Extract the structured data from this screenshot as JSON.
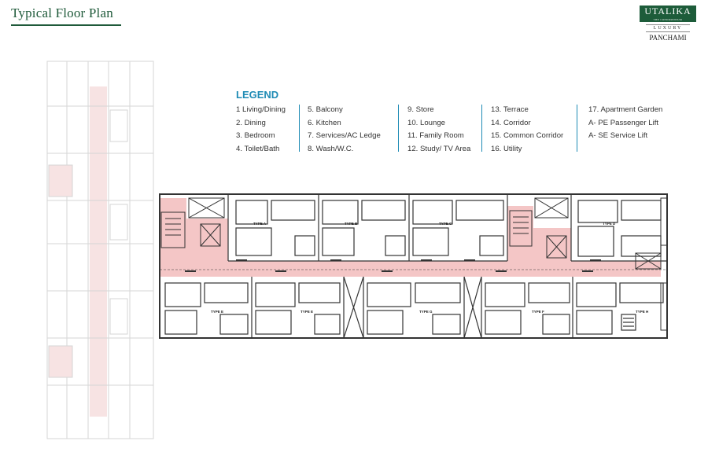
{
  "page": {
    "title": "Typical Floor Plan"
  },
  "logo": {
    "brand": "UTALIKA",
    "tagline": "THE CONDOMINIUM",
    "line2": "LUXURY",
    "line3": "PANCHAMI"
  },
  "legend": {
    "title": "LEGEND",
    "columns": [
      [
        "1 Living/Dining",
        "2. Dining",
        "3. Bedroom",
        "4. Toilet/Bath"
      ],
      [
        "5. Balcony",
        "6. Kitchen",
        "7. Services/AC Ledge",
        "8. Wash/W.C."
      ],
      [
        "9. Store",
        "10. Lounge",
        "11. Family Room",
        "12. Study/ TV Area"
      ],
      [
        "13. Terrace",
        "14. Corridor",
        "15. Common Corridor",
        "16. Utility"
      ],
      [
        "17. Apartment Garden",
        "A- PE Passenger Lift",
        "A- SE Service Lift"
      ]
    ]
  },
  "plan": {
    "unit_labels_top": [
      "TYPE A",
      "TYPE B",
      "TYPE C",
      "TYPE D"
    ],
    "unit_labels_bottom": [
      "TYPE E",
      "TYPE E",
      "TYPE G",
      "TYPE F",
      "TYPE H"
    ],
    "colors": {
      "corridor": "#f4c6c6",
      "walls": "#333333",
      "faded": "#d8d8d8",
      "accent": "#1f5a3a",
      "legend_accent": "#1e8bb5"
    }
  }
}
